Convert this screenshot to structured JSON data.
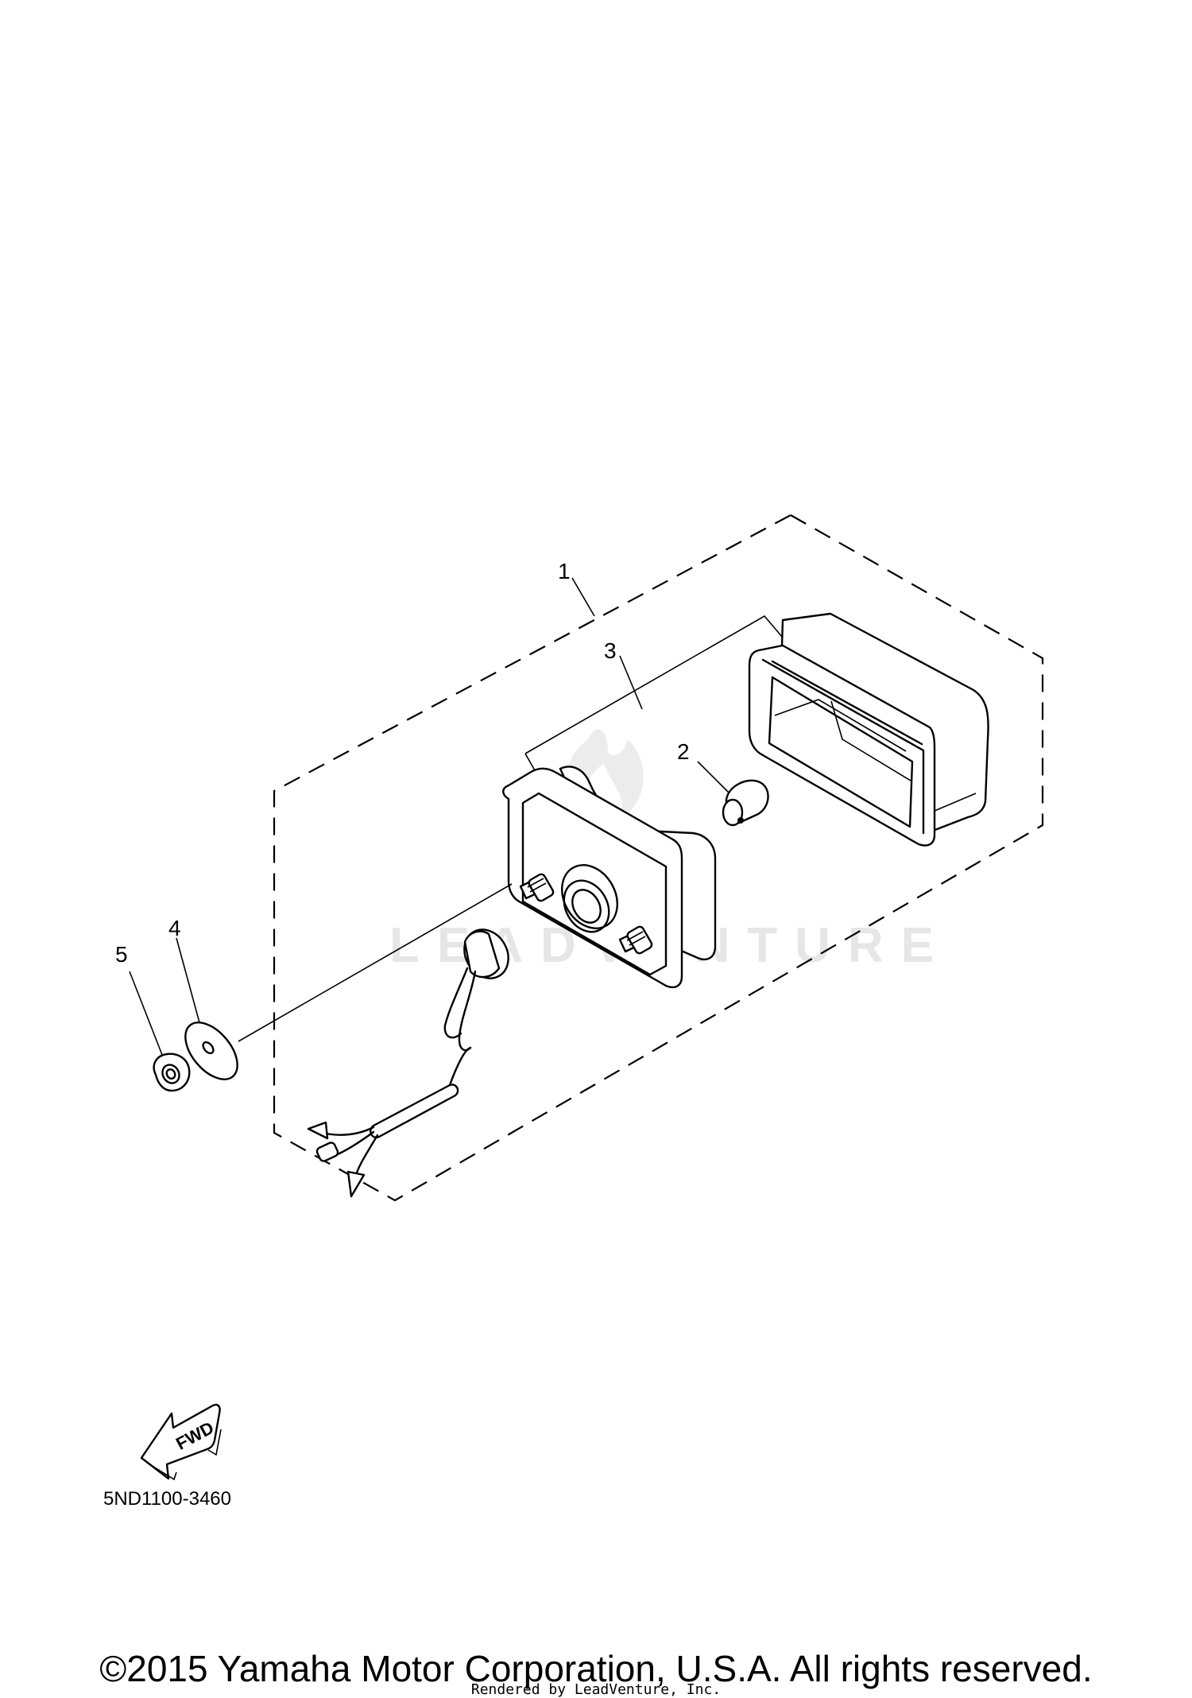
{
  "diagram": {
    "callouts": [
      {
        "id": "1",
        "label": "1"
      },
      {
        "id": "2",
        "label": "2"
      },
      {
        "id": "3",
        "label": "3"
      },
      {
        "id": "4",
        "label": "4"
      },
      {
        "id": "5",
        "label": "5"
      }
    ],
    "fwd_arrow_label": "FWD",
    "part_code": "5ND1100-3460",
    "watermark_text": "LEADVENTURE"
  },
  "footer": {
    "copyright": "©2015 Yamaha Motor Corporation, U.S.A. All rights reserved.",
    "rendered_by": "Rendered by LeadVenture, Inc."
  }
}
